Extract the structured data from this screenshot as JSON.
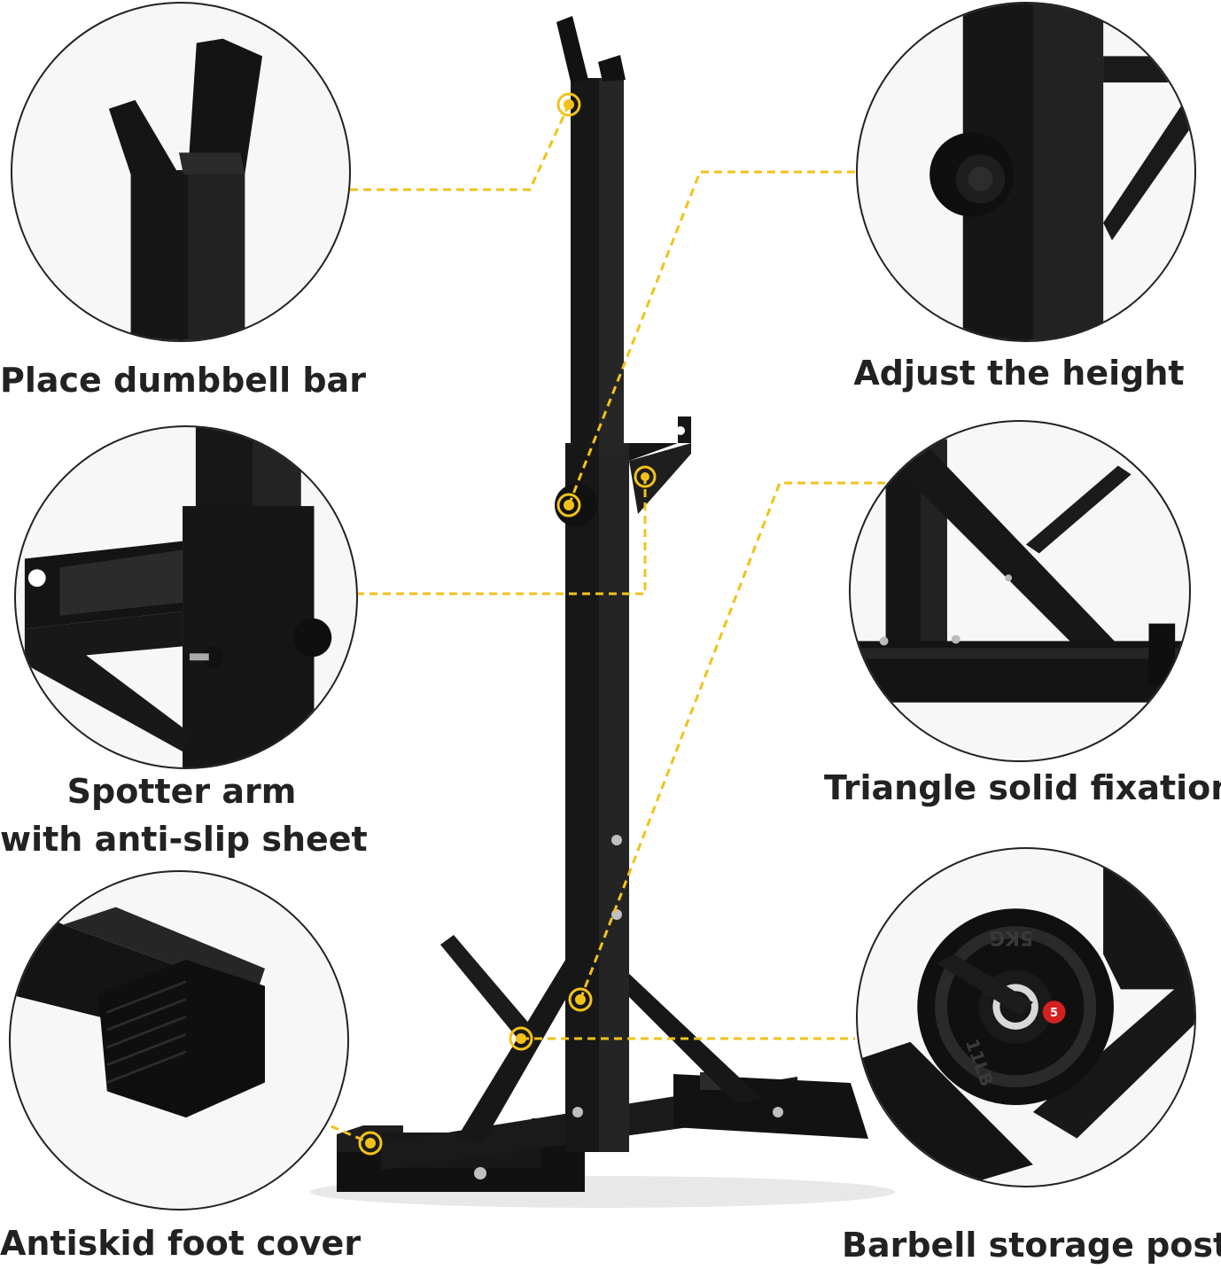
{
  "features": {
    "place_bar": "Place dumbbell bar",
    "adjust_height": "Adjust the height",
    "spotter_arm_line1": "Spotter arm",
    "spotter_arm_line2": "with anti-slip sheet",
    "triangle": "Triangle solid fixation",
    "foot_cover": "Antiskid foot cover",
    "storage_post": "Barbell storage post"
  },
  "plate": {
    "weight_kg": "5KG",
    "weight_lb": "11LB",
    "badge": "5"
  },
  "colors": {
    "frame": "#141414",
    "callout": "#f2c21b",
    "text": "#222222"
  }
}
